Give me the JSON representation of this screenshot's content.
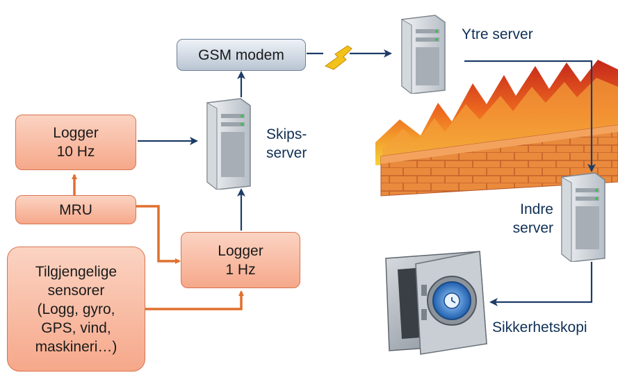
{
  "nodes": {
    "gsm_modem": "GSM modem",
    "logger_10hz": "Logger\n10 Hz",
    "mru": "MRU",
    "logger_1hz": "Logger\n1 Hz",
    "sensors": "Tilgjengelige\nsensorer\n(Logg, gyro,\nGPS, vind,\nmaskineri…)"
  },
  "labels": {
    "ship_server": "Skips-\nserver",
    "outer_server": "Ytre server",
    "inner_server": "Indre\nserver",
    "backup": "Sikkerhetskopi"
  },
  "colors": {
    "box_fill_top": "#fbd3c2",
    "box_fill_bottom": "#f6a88a",
    "box_border": "#d9734f",
    "orange_arrow": "#e0702e",
    "navy_arrow": "#1d3c66",
    "label_text": "#0f2f55"
  },
  "icons": [
    "server-tower-icon",
    "firewall-icon",
    "safe-vault-icon",
    "lightning-bolt-icon"
  ]
}
